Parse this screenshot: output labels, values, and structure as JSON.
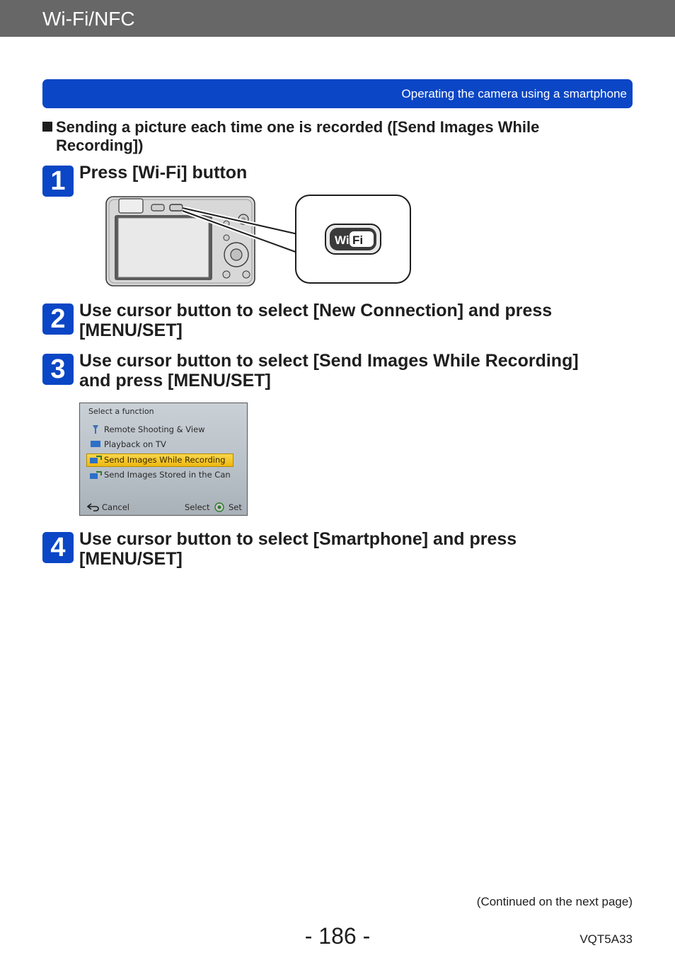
{
  "header": {
    "title": "Wi-Fi/NFC"
  },
  "section": {
    "title": "Operating the camera using a smartphone"
  },
  "subheading": {
    "line1": "Sending a picture each time one is recorded ([Send Images While",
    "line2": "Recording])"
  },
  "steps": [
    {
      "number": "1",
      "text": "Press [Wi-Fi] button"
    },
    {
      "number": "2",
      "line1": "Use cursor button to select [New Connection] and press",
      "line2": "[MENU/SET]"
    },
    {
      "number": "3",
      "line1": "Use cursor button to select [Send Images While Recording]",
      "line2": "and press [MENU/SET]"
    },
    {
      "number": "4",
      "line1": "Use cursor button to select [Smartphone] and press",
      "line2": "[MENU/SET]"
    }
  ],
  "camera_illustration": {
    "button_label_a": "Wi",
    "button_label_b": "Fi"
  },
  "menu_screen": {
    "title": "Select a function",
    "items": [
      "Remote Shooting & View",
      "Playback on TV",
      "Send Images While Recording",
      "Send Images Stored in the Can"
    ],
    "selected_index": 2,
    "footer_left": "Cancel",
    "footer_select": "Select",
    "footer_set": "Set"
  },
  "footer": {
    "continued": "(Continued on the next page)",
    "page_number": "- 186 -",
    "doc_code": "VQT5A33"
  },
  "colors": {
    "header_gray": "#676767",
    "accent_blue": "#0a46c5",
    "highlight_yellow": "#f3c628"
  }
}
